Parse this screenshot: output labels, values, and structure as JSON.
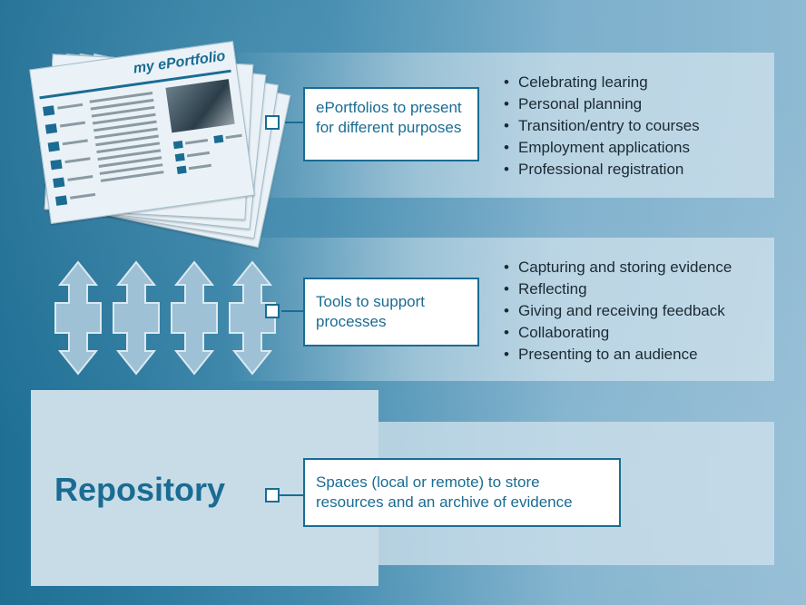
{
  "colors": {
    "accent": "#1a6c93",
    "panel": "#c8dce8",
    "text": "#1b2a33"
  },
  "sections": {
    "top": {
      "box_text": "ePortfolios to present for different purposes",
      "bullets": [
        "Celebrating learing",
        "Personal planning",
        "Transition/entry to courses",
        "Employment applications",
        "Professional registration"
      ],
      "illustration_title": "my ePortfolio",
      "illustration_icon": "eportfolio-pages-icon"
    },
    "middle": {
      "box_text": "Tools to support processes",
      "bullets": [
        "Capturing and storing evidence",
        "Reflecting",
        "Giving and receiving feedback",
        "Collaborating",
        "Presenting to an audience"
      ],
      "icon": "bidirectional-arrow-icon"
    },
    "bottom": {
      "title": "Repository",
      "box_text": "Spaces (local or remote) to store resources and an archive of evidence"
    }
  }
}
